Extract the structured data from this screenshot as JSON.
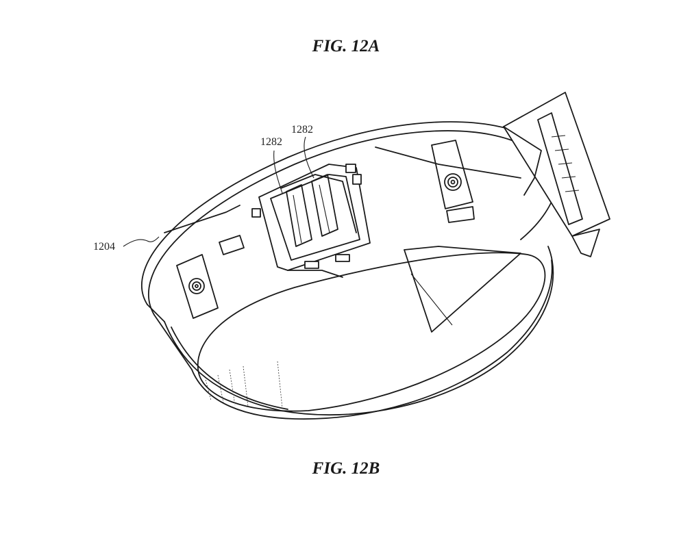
{
  "figure": {
    "caption_top": "FIG. 12A",
    "caption_bottom": "FIG. 12B"
  },
  "labels": {
    "band_ref": "1204",
    "window_ref_left": "1282",
    "window_ref_right": "1282"
  }
}
